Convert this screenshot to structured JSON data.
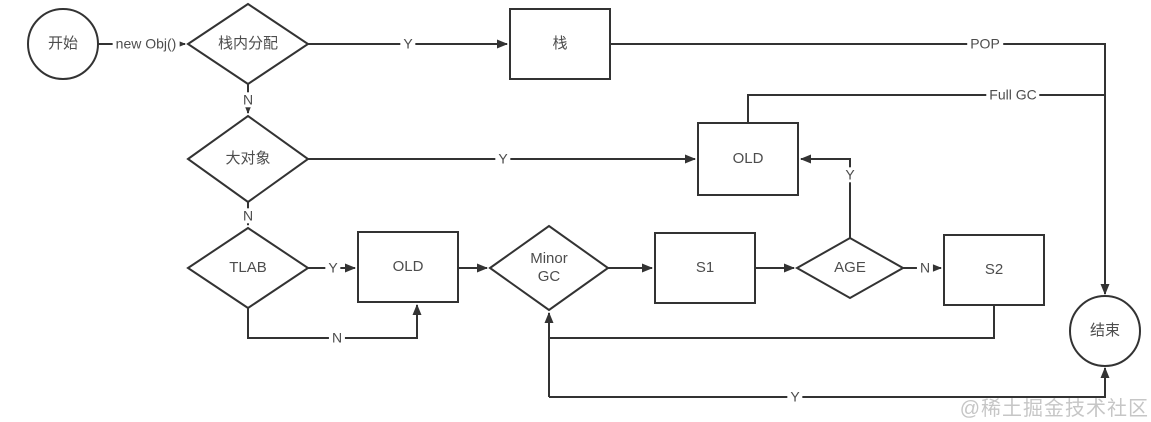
{
  "flowchart": {
    "nodes": {
      "start": {
        "label": "开始",
        "type": "circle"
      },
      "stack_alloc": {
        "label": "栈内分配",
        "type": "decision"
      },
      "stack": {
        "label": "栈",
        "type": "process"
      },
      "large_object": {
        "label": "大对象",
        "type": "decision"
      },
      "old_upper": {
        "label": "OLD",
        "type": "process"
      },
      "tlab": {
        "label": "TLAB",
        "type": "decision"
      },
      "old_lower": {
        "label": "OLD",
        "type": "process"
      },
      "minor_gc": {
        "label": "Minor GC",
        "type": "decision"
      },
      "s1": {
        "label": "S1",
        "type": "process"
      },
      "age": {
        "label": "AGE",
        "type": "decision"
      },
      "s2": {
        "label": "S2",
        "type": "process"
      },
      "end": {
        "label": "结束",
        "type": "circle"
      }
    },
    "edges": {
      "new_obj": "new Obj()",
      "stack_alloc_y": "Y",
      "stack_alloc_n": "N",
      "pop": "POP",
      "full_gc": "Full GC",
      "large_object_y": "Y",
      "large_object_n": "N",
      "tlab_y": "Y",
      "tlab_n": "N",
      "minor_gc_y": "Y",
      "age_y": "Y",
      "age_n": "N"
    },
    "watermark": "@稀土掘金技术社区",
    "colors": {
      "stroke": "#333333",
      "text": "#4d4d4d",
      "watermark": "#c6c6c6",
      "background": "#ffffff"
    }
  }
}
